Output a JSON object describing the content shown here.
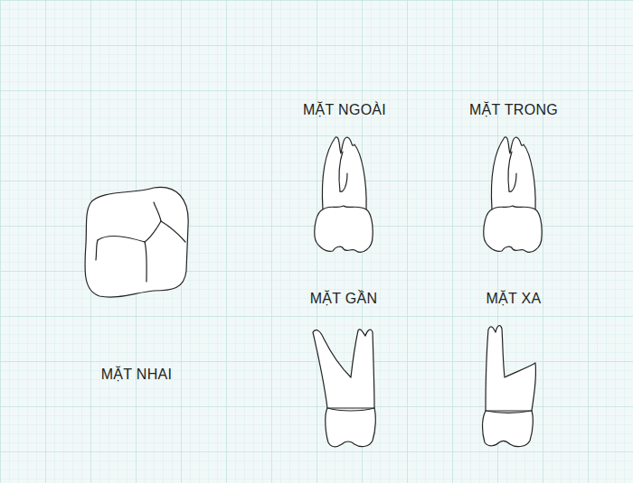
{
  "diagram": {
    "labels": [
      "MẶT NGOÀI",
      "MẶT TRONG",
      "MẶT GẦN",
      "MẶT XA",
      "MẶT NHAI"
    ]
  }
}
